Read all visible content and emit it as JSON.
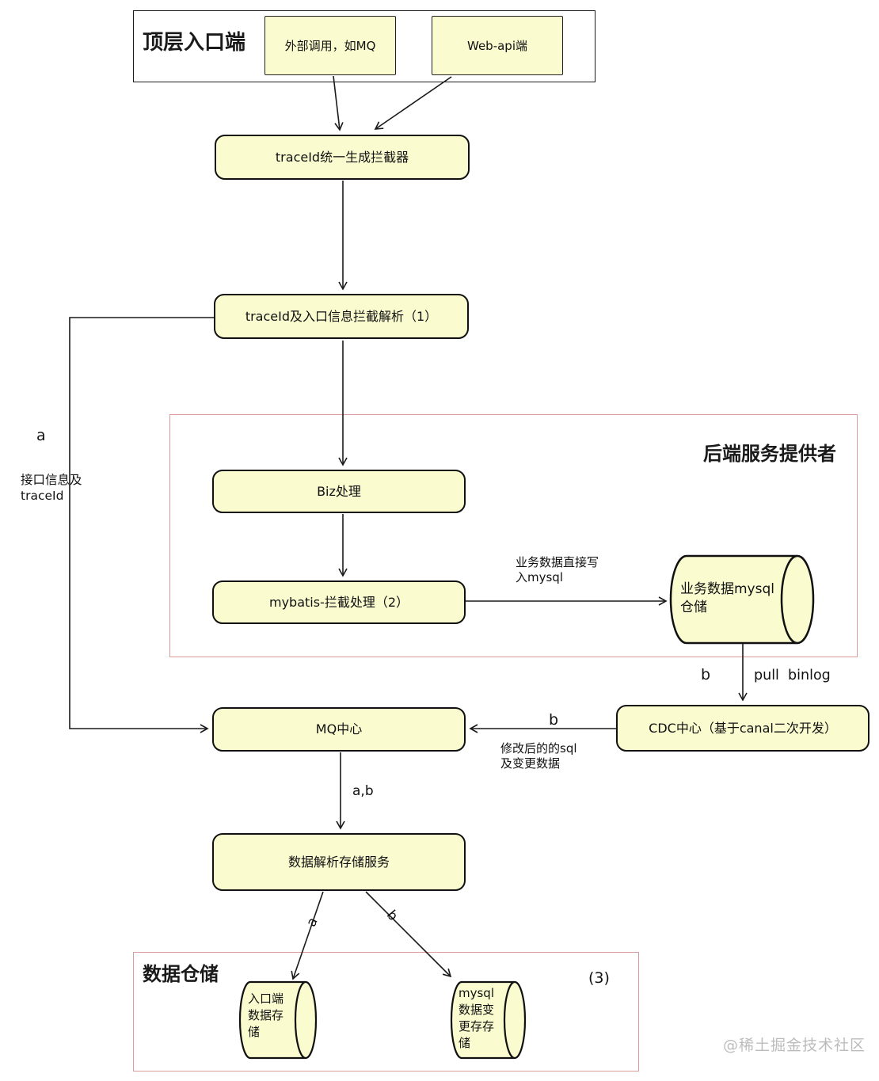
{
  "titles": {
    "top_entry": "顶层入口端",
    "backend_provider": "后端服务提供者",
    "data_warehouse": "数据仓储",
    "warehouse_number": "(3)"
  },
  "nodes": {
    "external_call": "外部调用，如MQ",
    "web_api": "Web-api端",
    "trace_generator": "traceId统一生成拦截器",
    "trace_parse": "traceId及入口信息拦截解析（1）",
    "biz": "Biz处理",
    "mybatis": "mybatis-拦截处理（2）",
    "business_mysql_store": "业务数据mysql\n仓储",
    "cdc_center": "CDC中心（基于canal二次开发）",
    "mq_center": "MQ中心",
    "parse_store_service": "数据解析存储服务",
    "entry_data_store": "入口端\n数据存\n储",
    "mysql_change_store": "mysql\n数据变\n更存存\n储"
  },
  "edge_labels": {
    "a_left": "a",
    "interface_info": "接口信息及\ntraceId",
    "direct_write_mysql": "业务数据直接写\n入mysql",
    "b_pull": "b",
    "pull_binlog": "pull  binlog",
    "b_cdc_to_mq": "b",
    "modified_sql": "修改后的的sql\n及变更数据",
    "a_b": "a,b",
    "a_down": "a",
    "b_down": "b"
  },
  "watermark": "@稀土掘金技术社区",
  "colors": {
    "node_fill": "#fbfbd0",
    "node_border": "#111111",
    "pink_frame": "#dd9c9c",
    "line": "#1a1a1a",
    "watermark": "#bcbcbc"
  }
}
